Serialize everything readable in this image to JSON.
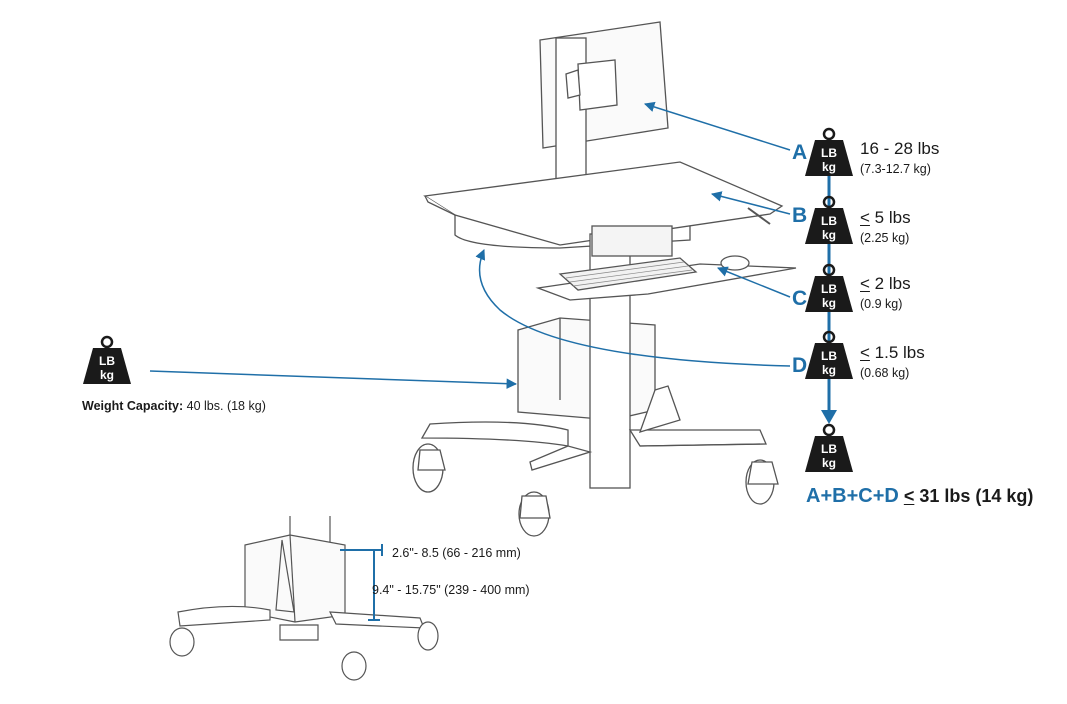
{
  "colors": {
    "accent": "#1f6fa8",
    "weight_fill": "#1a1a1a",
    "outline": "#555555"
  },
  "weight_icon": {
    "top": "LB",
    "bottom": "kg"
  },
  "labels": {
    "A": {
      "letter": "A",
      "lbs": "16 - 28 lbs",
      "kg": "(7.3-12.7 kg)"
    },
    "B": {
      "letter": "B",
      "le": "<",
      "lbs": " 5 lbs",
      "kg": "(2.25 kg)"
    },
    "C": {
      "letter": "C",
      "le": "<",
      "lbs": " 2 lbs",
      "kg": "(0.9 kg)"
    },
    "D": {
      "letter": "D",
      "le": "<",
      "lbs": " 1.5 lbs",
      "kg": "(0.68 kg)"
    }
  },
  "total": {
    "letters": "A+B+C+D",
    "le": "<",
    "value": " 31 lbs (14 kg)"
  },
  "weight_capacity": {
    "label": "Weight Capacity:",
    "value": " 40 lbs. (18 kg)"
  },
  "dimensions": {
    "width": "2.6\"- 8.5 (66 - 216 mm)",
    "height": "9.4\" - 15.75\" (239 - 400 mm)"
  }
}
